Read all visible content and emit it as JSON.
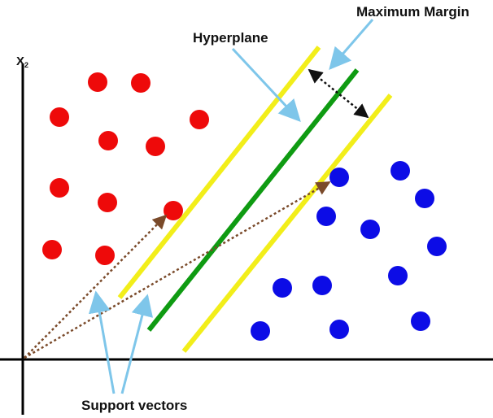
{
  "labels": {
    "y_axis": "X",
    "y_axis_sub": "2",
    "hyperplane": "Hyperplane",
    "maximum_margin": "Maximum Margin",
    "support_vectors": "Support vectors"
  },
  "colors": {
    "class_a": "#ee0a0a",
    "class_b": "#0c0ce6",
    "hyperplane": "#0f9b12",
    "margin": "#f2ee1a",
    "vector_arrow": "#7a4a2a",
    "callout": "#7ec6ea",
    "axis": "#000000"
  }
}
